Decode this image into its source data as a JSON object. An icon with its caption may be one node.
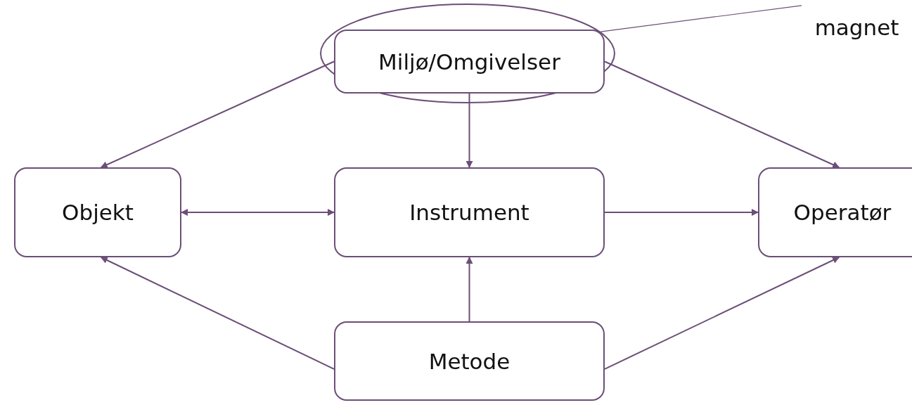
{
  "diagram": {
    "nodes": [
      {
        "text": [],
        "shape": "ellipse"
      },
      {
        "text": [
          "Miljø/Omgivelser"
        ],
        "in": 0
      },
      {
        "text": [
          "magnet"
        ]
      },
      {
        "text": [
          "Objekt"
        ]
      },
      {
        "text": [
          "Instrument"
        ]
      },
      {
        "text": [
          "Operatør"
        ]
      },
      {
        "text": [
          "Metode"
        ]
      }
    ],
    "edges": [
      {
        "from": 1,
        "to": 3,
        "arrow": "to"
      },
      {
        "from": 1,
        "to": 4,
        "arrow": "to"
      },
      {
        "from": 1,
        "to": 5,
        "arrow": "to"
      },
      {
        "from": 3,
        "to": 4,
        "arrow": "both"
      },
      {
        "from": 4,
        "to": 5,
        "arrow": "to"
      },
      {
        "from": 6,
        "to": 3,
        "arrow": "to"
      },
      {
        "from": 6,
        "to": 4,
        "arrow": "to"
      },
      {
        "from": 6,
        "to": 5,
        "arrow": "to"
      },
      {
        "from": 2,
        "to": 0,
        "arrow": "none"
      }
    ]
  }
}
